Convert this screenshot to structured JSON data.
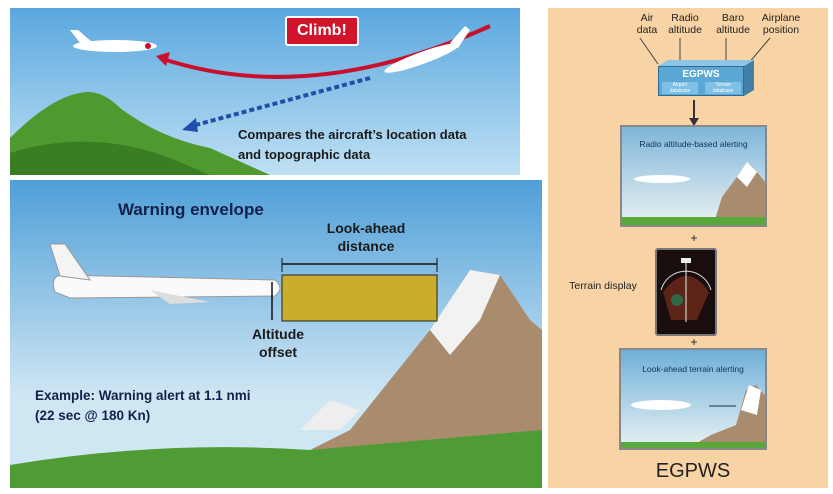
{
  "top_panel": {
    "climb_label": "Climb!",
    "caption_line1": "Compares the aircraft’s location data",
    "caption_line2": "and topographic data"
  },
  "envelope_panel": {
    "title": "Warning envelope",
    "look_ahead_line1": "Look-ahead",
    "look_ahead_line2": "distance",
    "altitude_line1": "Altitude",
    "altitude_line2": "offset",
    "example_line1": "Example: Warning alert at 1.1 nmi",
    "example_line2": "(22 sec @ 180 Kn)"
  },
  "egpws_panel": {
    "inputs": [
      {
        "line1": "Air",
        "line2": "data"
      },
      {
        "line1": "Radio",
        "line2": "altitude"
      },
      {
        "line1": "Baro",
        "line2": "altitude"
      },
      {
        "line1": "Airplane",
        "line2": "position"
      }
    ],
    "box_title": "EGPWS",
    "airport_db": "Airport database",
    "terrain_db": "Terrain database",
    "radio_alerting": "Radio altitude-based alerting",
    "plus": "+",
    "terrain_display": "Terrain display",
    "look_ahead_alerting": "Look-ahead terrain alerting",
    "footer": "EGPWS"
  }
}
